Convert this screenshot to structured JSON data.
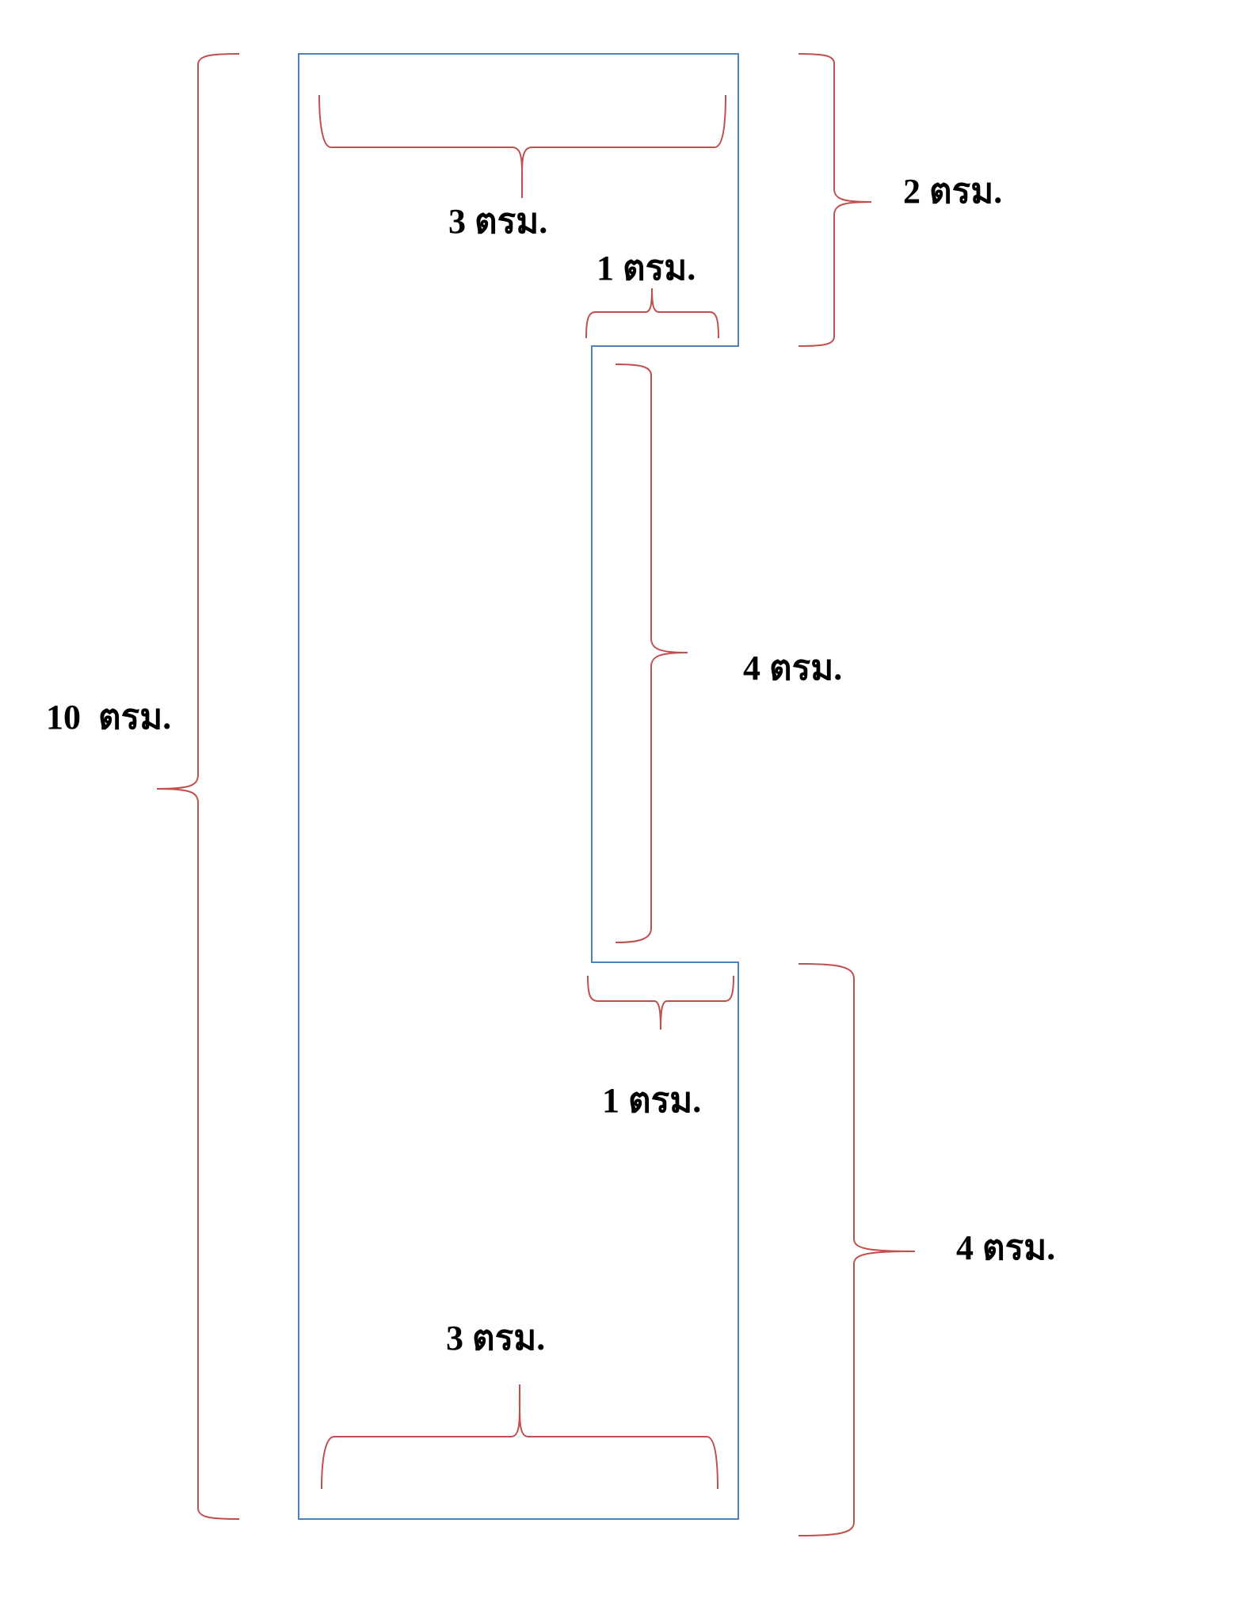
{
  "colors": {
    "outline": "#4f81bd",
    "brace": "#c0504d",
    "text": "#000000",
    "background": "#ffffff"
  },
  "labels": {
    "top_width": "3 ตรม.",
    "top_notch_width": "1 ตรม.",
    "top_right_height": "2 ตรม.",
    "middle_height": "4 ตรม.",
    "total_height": "10  ตรม.",
    "bottom_notch_width": "1 ตรม.",
    "bottom_right_height": "4 ตรม.",
    "bottom_width": "3 ตรม."
  }
}
